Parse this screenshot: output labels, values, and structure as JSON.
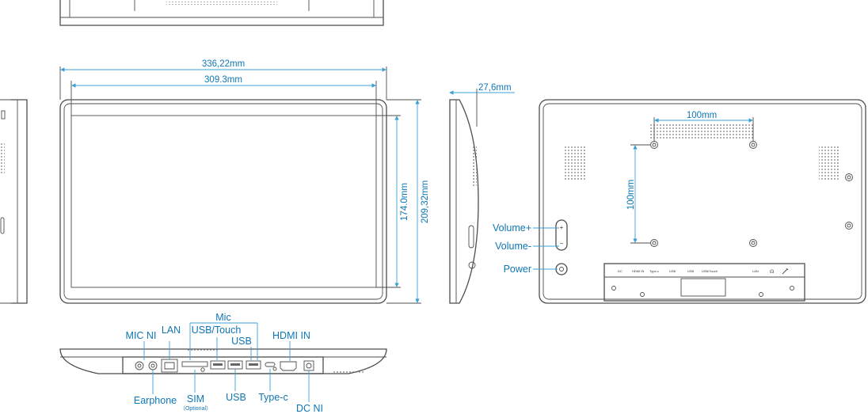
{
  "dimensions": {
    "overall_width": "336,22mm",
    "screen_width": "309.3mm",
    "depth": "27,6mm",
    "screen_height": "174.0mm",
    "overall_height": "209,32mm",
    "vesa_horizontal": "100mm",
    "vesa_vertical": "100mm"
  },
  "side_controls": {
    "volume_up": "Volume+",
    "volume_down": "Volume-",
    "power": "Power"
  },
  "ports_top": {
    "mic": "Mic",
    "usb_touch": "USB/Touch",
    "usb": "USB",
    "mic_ni": "MIC NI",
    "lan": "LAN",
    "hdmi_in": "HDMI IN"
  },
  "ports_bottom": {
    "earphone": "Earphone",
    "sim": "SIM",
    "sim_note": "（Optional）",
    "usb": "USB",
    "type_c": "Type-c",
    "dc_ni": "DC NI"
  },
  "rear_port_labels": [
    "DC",
    "HDMI IN",
    "Type-c",
    "USB",
    "USB",
    "USB/Touch",
    "LAN"
  ]
}
